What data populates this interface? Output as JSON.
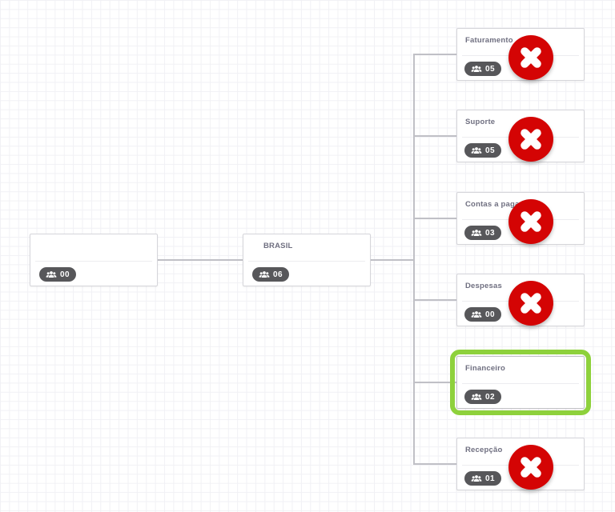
{
  "app": {
    "view": "organization-chart"
  },
  "colors": {
    "delete_red": "#d40404",
    "selected_green": "#8ed13c",
    "badge_bg": "#57575a",
    "connector_gray": "#c0c0c6",
    "title_gray": "#6f6f80",
    "grid_line": "#f1f1f5"
  },
  "icons": {
    "member_count_icon": "users-icon",
    "delete_icon": "x-circle-icon"
  },
  "nodes": [
    {
      "id": "root",
      "title": "",
      "count": "00",
      "deletable": false,
      "selected": false
    },
    {
      "id": "brasil",
      "title": "BRASIL",
      "count": "06",
      "deletable": false,
      "selected": false
    },
    {
      "id": "faturamento",
      "title": "Faturamento",
      "count": "05",
      "deletable": true,
      "selected": false
    },
    {
      "id": "suporte",
      "title": "Suporte",
      "count": "05",
      "deletable": true,
      "selected": false
    },
    {
      "id": "contas",
      "title": "Contas a pagar",
      "count": "03",
      "deletable": true,
      "selected": false
    },
    {
      "id": "despesas",
      "title": "Despesas",
      "count": "00",
      "deletable": true,
      "selected": false
    },
    {
      "id": "financeiro",
      "title": "Financeiro",
      "count": "02",
      "deletable": false,
      "selected": true
    },
    {
      "id": "recepcao",
      "title": "Recepção",
      "count": "01",
      "deletable": true,
      "selected": false
    }
  ],
  "edges": [
    {
      "from": "root",
      "to": "brasil"
    },
    {
      "from": "brasil",
      "to": "faturamento"
    },
    {
      "from": "brasil",
      "to": "suporte"
    },
    {
      "from": "brasil",
      "to": "contas"
    },
    {
      "from": "brasil",
      "to": "despesas"
    },
    {
      "from": "brasil",
      "to": "financeiro"
    },
    {
      "from": "brasil",
      "to": "recepcao"
    }
  ]
}
